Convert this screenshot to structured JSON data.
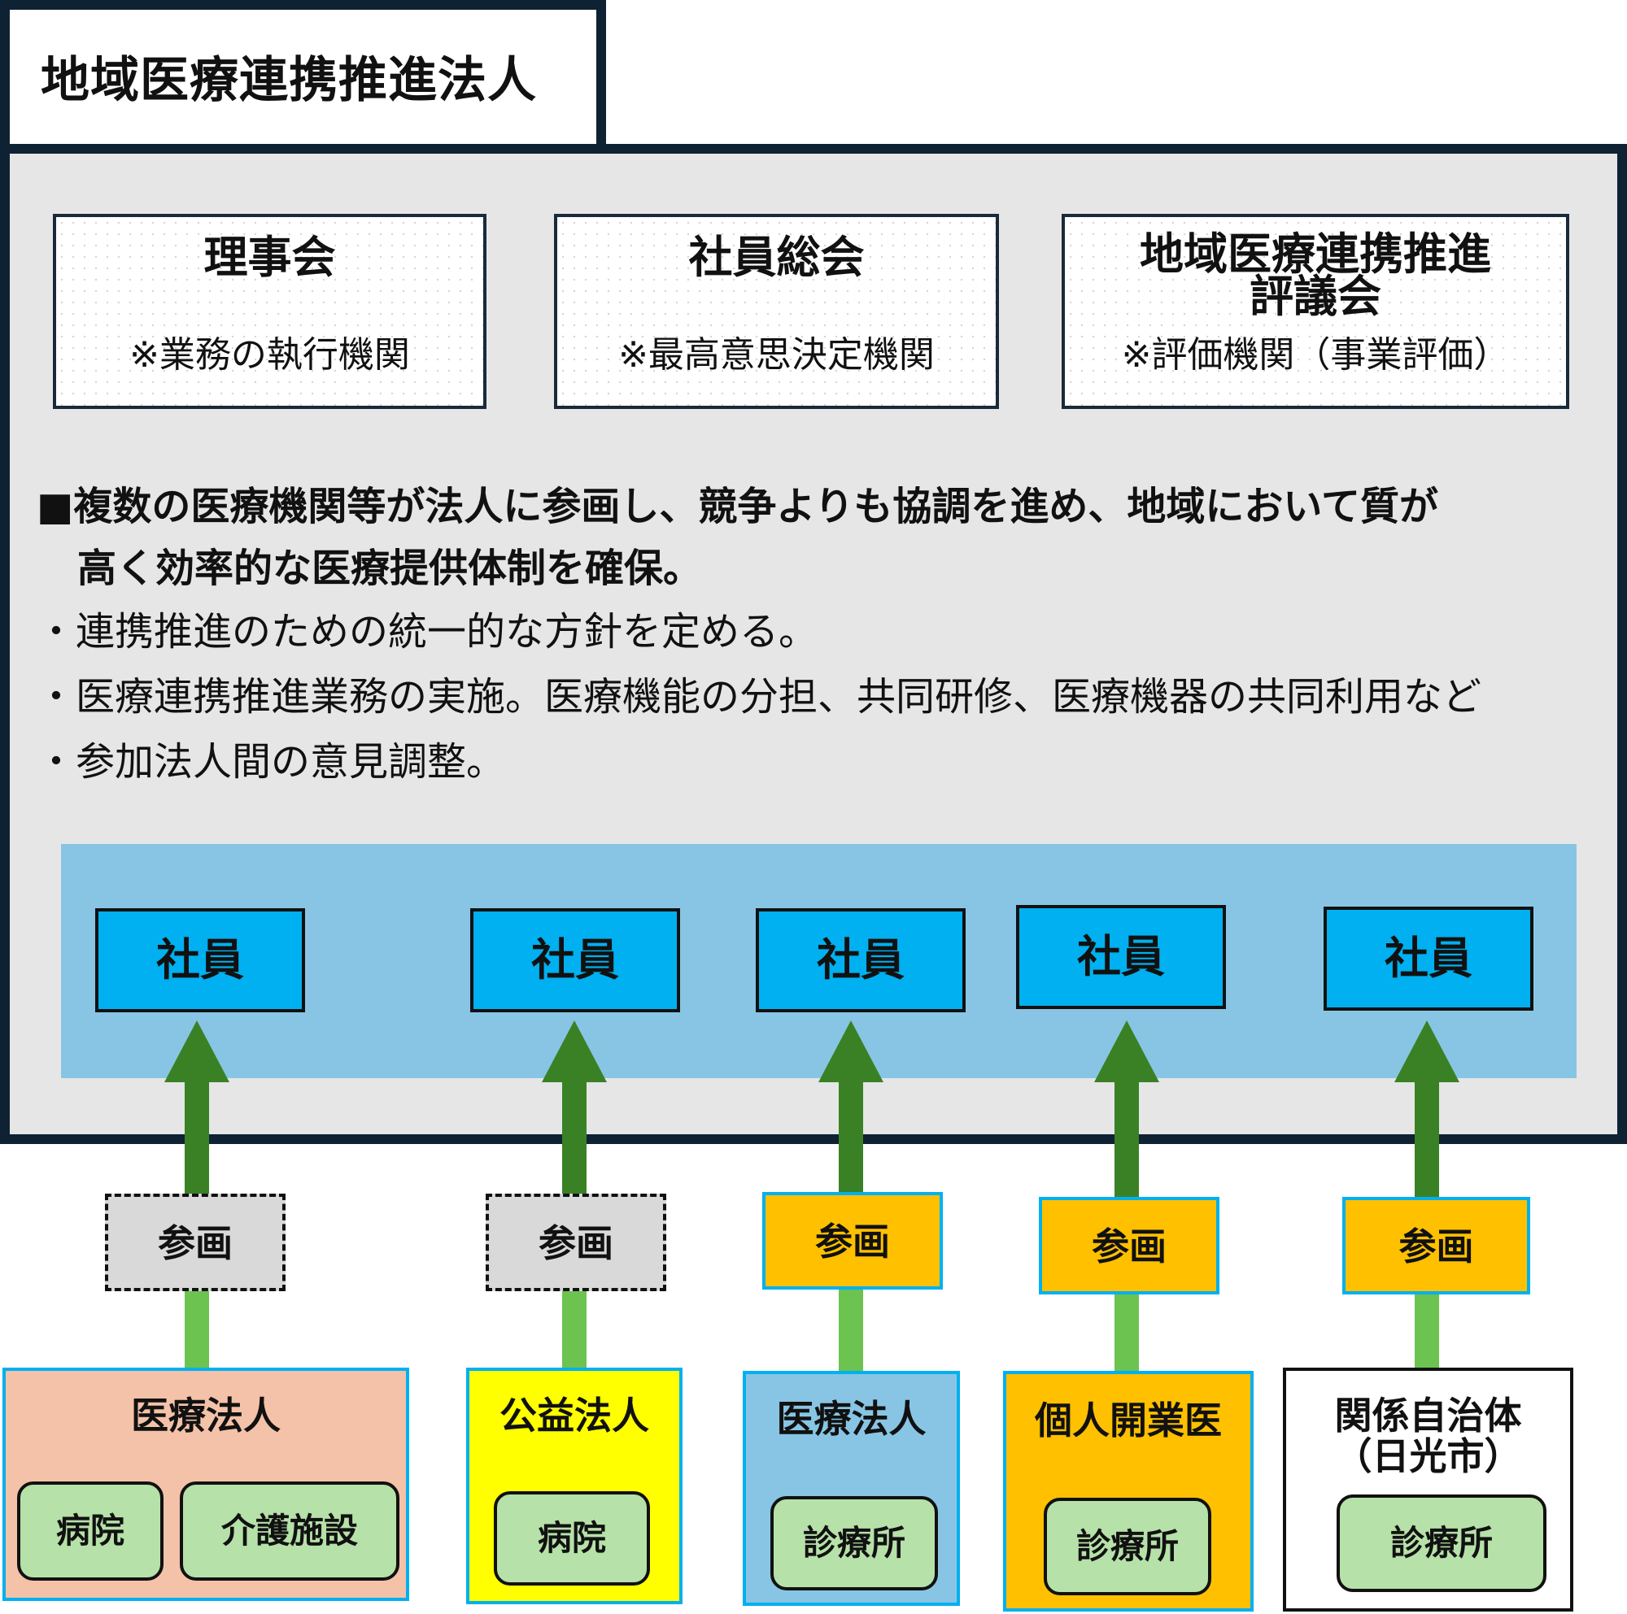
{
  "title": "地域医療連携推進法人",
  "organs": [
    {
      "name": "理事会",
      "note": "※業務の執行機関"
    },
    {
      "name": "社員総会",
      "note": "※最高意思決定機関"
    },
    {
      "name": "地域医療連携推進評議会",
      "name_line1": "地域医療連携推進",
      "name_line2": "評議会",
      "note": "※評価機関（事業評価）"
    }
  ],
  "description": {
    "headline_line1": "■複数の医療機関等が法人に参画し、競争よりも協調を進め、地域において質が",
    "headline_line2": "高く効率的な医療提供体制を確保。",
    "bullets": [
      "・連携推進のための統一的な方針を定める。",
      "・医療連携推進業務の実施。医療機能の分担、共同研修、医療機器の共同利用など",
      "・参加法人間の意見調整。"
    ]
  },
  "members": [
    "社員",
    "社員",
    "社員",
    "社員",
    "社員"
  ],
  "join_labels": [
    "参画",
    "参画",
    "参画",
    "参画",
    "参画"
  ],
  "entities": [
    {
      "name": "医療法人",
      "facilities": [
        "病院",
        "介護施設"
      ],
      "color": "#f4c2a8"
    },
    {
      "name": "公益法人",
      "facilities": [
        "病院"
      ],
      "color": "#ffff00"
    },
    {
      "name": "医療法人",
      "facilities": [
        "診療所"
      ],
      "color": "#88c5e4"
    },
    {
      "name": "個人開業医",
      "facilities": [
        "診療所"
      ],
      "color": "#ffc000"
    },
    {
      "name_line1": "関係自治体",
      "name_line2": "（日光市）",
      "facilities": [
        "診療所"
      ],
      "color": "#ffffff"
    }
  ],
  "colors": {
    "frame": "#0e2233",
    "panel": "#e6e6e6",
    "member_band": "#88c5e4",
    "member_box": "#00b0f0",
    "arrow_dark": "#3a8126",
    "arrow_light": "#6cc350",
    "join_dashed": "#d9d9d9",
    "join_solid": "#ffc000",
    "facility": "#b6e1a8"
  }
}
